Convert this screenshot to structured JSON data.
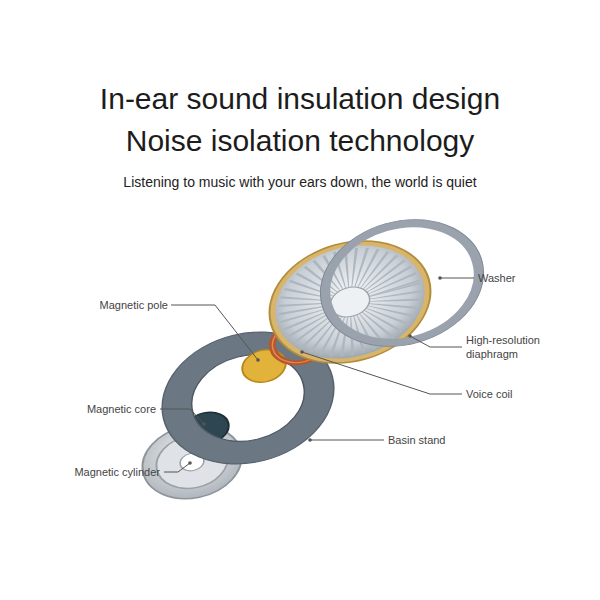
{
  "diagram": {
    "title": "In-ear sound insulation design Noise isolation technology",
    "labels": [
      "Listening to music with your ears down, the world is quiet",
      "Washer",
      "Magnetic pole",
      "High-resolution diaphragm",
      "Voice coil",
      "Magnetic core",
      "Basin stand",
      "Magnetic cylinder"
    ]
  }
}
